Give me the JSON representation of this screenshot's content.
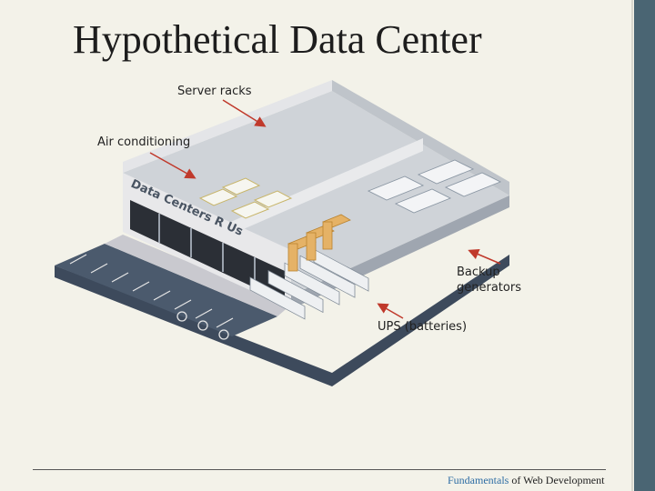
{
  "slide": {
    "title": "Hypothetical Data Center"
  },
  "diagram": {
    "labels": {
      "server_racks": "Server racks",
      "air_conditioning": "Air conditioning",
      "backup_generators_line1": "Backup",
      "backup_generators_line2": "generators",
      "ups": "UPS (batteries)"
    },
    "sign_line1": "Data Centers R Us",
    "sign_parts": [
      "Data",
      "Centers",
      "R",
      "Us"
    ]
  },
  "footer": {
    "accent": "Fundamentals",
    "rest": " of Web Development"
  },
  "colors": {
    "sidebar": "#4a6573",
    "background": "#f3f2e9",
    "footer_accent": "#2e6da4",
    "arrow": "#c0392b"
  }
}
